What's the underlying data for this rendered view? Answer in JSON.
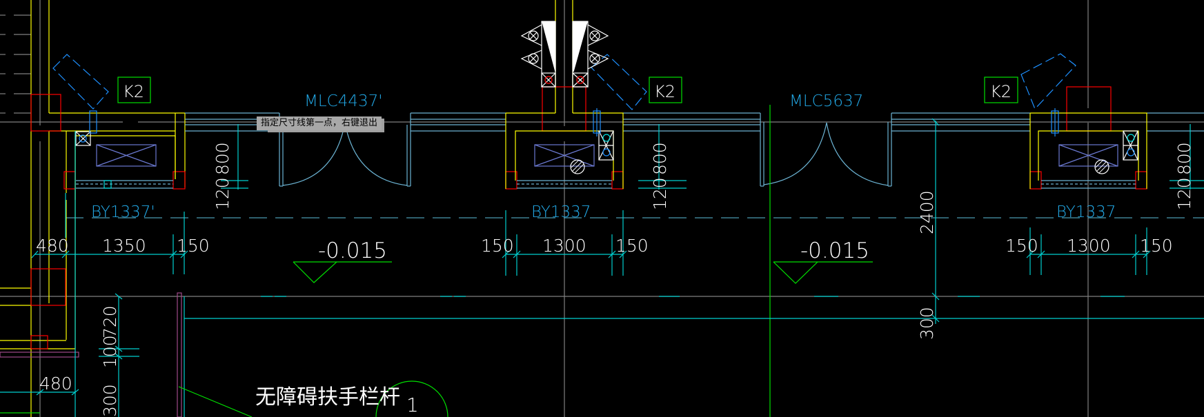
{
  "app": "CAD drawing viewport",
  "colors": {
    "background": "#000000",
    "wall": "#ffff00",
    "column": "#ff0000",
    "window": "#6cb4d4",
    "dimension": "#00d0d0",
    "label_blue": "#22a8e6",
    "axis": "#808080",
    "green": "#00e000",
    "ac_unit": "#6a78d0",
    "handrail": "#a04a8a",
    "text": "#ffffff"
  },
  "command_prompt": {
    "text": "指定尺寸线第一点，右键退出",
    "ghost_text": "出"
  },
  "labels": {
    "ac_tags": [
      "K2",
      "K2",
      "K2"
    ],
    "door_tags": [
      "MLC4437'",
      "MLC5637"
    ],
    "window_tags": [
      "BY1337'",
      "BY1337",
      "BY1337"
    ],
    "elevations": [
      "-0.015",
      "-0.015"
    ],
    "handrail_note": "无障碍扶手栏杆",
    "detail_callout": "1"
  },
  "dimensions": {
    "left_unit": [
      "480",
      "1350",
      "150"
    ],
    "middle_unit": [
      "150",
      "1300",
      "150"
    ],
    "right_unit": [
      "150",
      "1300",
      "150"
    ],
    "vertical_unit_left": [
      "800",
      "120"
    ],
    "vertical_unit_mid": [
      "800",
      "120"
    ],
    "vertical_unit_right": [
      "800",
      "120"
    ],
    "vertical_mid_large": [
      "2400",
      "300"
    ],
    "vertical_left_lower": [
      "100",
      "720",
      "300"
    ],
    "left_lower": "480"
  }
}
